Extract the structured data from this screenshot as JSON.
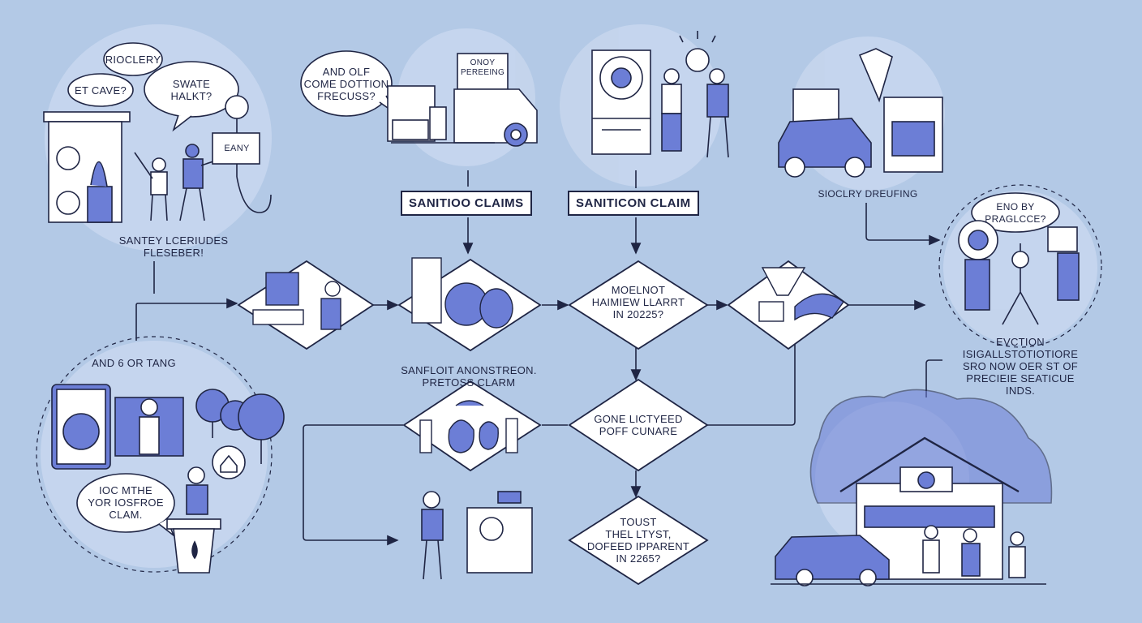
{
  "colors": {
    "background": "#b3c9e6",
    "ink": "#1f2544",
    "accent": "#6c7ed6",
    "paper": "#ffffff"
  },
  "bubbles": {
    "top_left_1": "RIOCLERY",
    "top_left_2": "ET CAVE?",
    "top_left_3": [
      "SWATE",
      "HALKT?"
    ],
    "top_center": [
      "AND OLF",
      "COME DOTTION",
      "FRECUSS?"
    ],
    "right": [
      "ENO BY",
      "PRAGLCCE?"
    ],
    "bottom_left": [
      "IOC MTHE",
      "YOR IOSFROE",
      "CLAM."
    ]
  },
  "boxes": {
    "left": "SANITIOO CLAIMS",
    "right": "SANITICON CLAIM"
  },
  "diamonds": {
    "d1": [
      "MOELNOT",
      "HAIMIEW LLARRT",
      "IN 20225?"
    ],
    "d2": [
      "GONE LICTYEED",
      "POFF CUNARE"
    ],
    "d3": [
      "TOUST",
      "THEL LTYST,",
      "DOFEED IPPARENT",
      "IN 2265?"
    ]
  },
  "labels": {
    "top_left": [
      "SANTEY LCERIUDES",
      "FLESEBER!"
    ],
    "top_right": "SIOCLRY DREUFING",
    "mid_left": "AND 6 OR TANG",
    "center": [
      "SANFLOIT ANONSTREON.",
      "PRETOSS CLARM"
    ],
    "right": [
      "EVCTION ISIGALLSTOTIOTIORE",
      "SRO NOW OER ST OF",
      "PRECIEIE SEATICUE",
      "INDS."
    ],
    "sign_center": [
      "ONOY",
      "PEREEING"
    ],
    "sign_left": "EANY"
  }
}
